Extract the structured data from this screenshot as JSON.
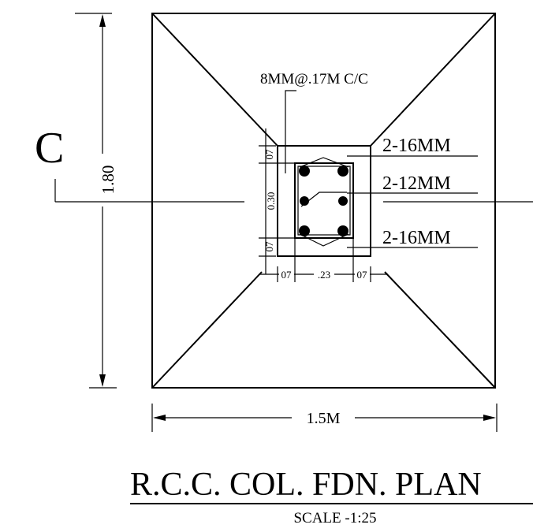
{
  "section_marker": "C",
  "dimensions": {
    "height": "1.80",
    "width": "1.5M",
    "column_depth": "0.30",
    "offset_top": "07",
    "offset_bottom": "07",
    "offset_left": "07",
    "column_width": ".23",
    "offset_right": "07"
  },
  "callouts": {
    "stirrups": "8MM@.17M C/C",
    "bars_top": "2-16MM",
    "bars_middle": "2-12MM",
    "bars_bottom": "2-16MM"
  },
  "title": {
    "main": "R.C.C. COL. FDN. PLAN",
    "scale": "SCALE -1:25"
  }
}
